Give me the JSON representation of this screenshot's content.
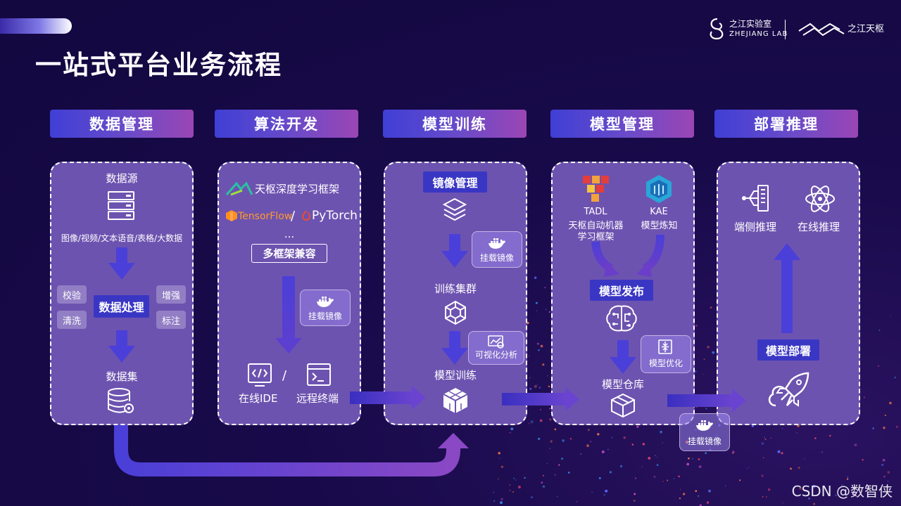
{
  "title": "一站式平台业务流程",
  "brand": {
    "lab_cn": "之江实验室",
    "lab_en": "ZHEJIANG LAB",
    "tianshu": "之江天枢"
  },
  "stages": [
    {
      "label": "数据管理"
    },
    {
      "label": "算法开发"
    },
    {
      "label": "模型训练"
    },
    {
      "label": "模型管理"
    },
    {
      "label": "部署推理"
    }
  ],
  "data_mgmt": {
    "source": "数据源",
    "types": "图像/视频/文本语音/表格/大数据",
    "process": "数据处理",
    "check": "校验",
    "clean": "清洗",
    "enhance": "增强",
    "annotate": "标注",
    "dataset": "数据集"
  },
  "algo_dev": {
    "framework": "天枢深度学习框架",
    "tensorflow": "TensorFlow",
    "slash": "/",
    "pytorch": "PyTorch",
    "ellipsis": "...",
    "compat": "多框架兼容",
    "mount": "挂载镜像",
    "ide": "在线IDE",
    "slash2": "/",
    "terminal": "远程终端"
  },
  "model_train": {
    "image_mgmt": "镜像管理",
    "mount": "挂载镜像",
    "cluster": "训练集群",
    "visual": "可视化分析",
    "train": "模型训练"
  },
  "model_mgmt": {
    "tadl": "TADL",
    "tadl_desc1": "天枢自动机器",
    "tadl_desc2": "学习框架",
    "kae": "KAE",
    "kae_desc": "模型炼知",
    "publish": "模型发布",
    "optimize": "模型优化",
    "repo": "模型仓库",
    "mount": "挂载镜像"
  },
  "deploy": {
    "edge": "端侧推理",
    "online": "在线推理",
    "deploy": "模型部署"
  },
  "watermark": "CSDN @数智侠",
  "colors": {
    "background": "#180a4a",
    "panel": "#6d53b0",
    "arrow": "#4a3fd8",
    "chip": "#3a36c4"
  }
}
